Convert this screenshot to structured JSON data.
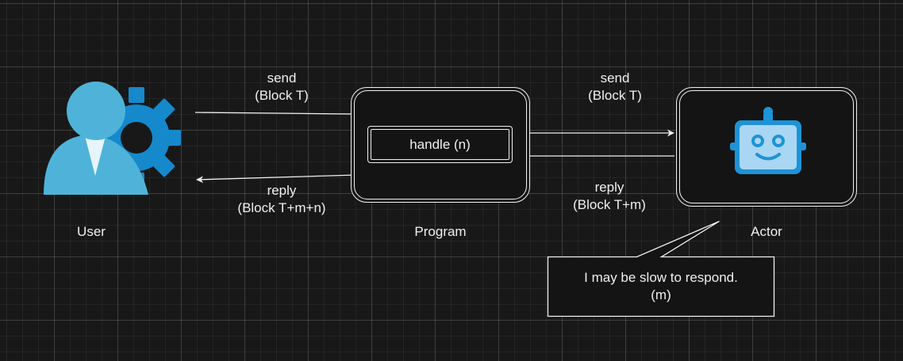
{
  "nodes": {
    "user": {
      "label": "User"
    },
    "program": {
      "label": "Program",
      "inner_label": "handle (n)"
    },
    "actor": {
      "label": "Actor"
    }
  },
  "edges": {
    "user_to_program": {
      "line1": "send",
      "line2": "(Block T)"
    },
    "program_to_user": {
      "line1": "reply",
      "line2": "(Block T+m+n)"
    },
    "program_to_actor": {
      "line1": "send",
      "line2": "(Block T)"
    },
    "actor_to_program": {
      "line1": "reply",
      "line2": "(Block T+m)"
    }
  },
  "callout": {
    "line1": "I may be slow to respond.",
    "line2": "(m)"
  },
  "colors": {
    "background": "#181818",
    "stroke": "#f0f0f0",
    "icon_blue": "#4fb3d9",
    "icon_gear": "#1589cc",
    "robot_blue": "#1e93d6",
    "robot_light": "#a9d6f2"
  }
}
